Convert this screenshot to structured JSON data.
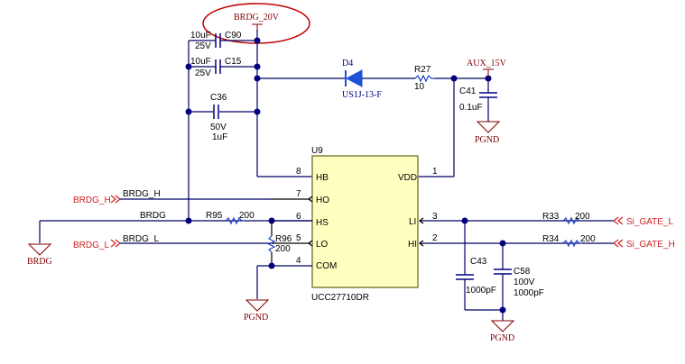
{
  "schematic": {
    "highlight_net": "BRDG_20V",
    "accent_colors": {
      "wire": "#000066",
      "junction": "#000080",
      "net_port": "#d02020",
      "power_label": "#800000",
      "ic_fill": "#ffffc0",
      "highlight": "#c00000"
    },
    "power_nets": {
      "brdg_20v": "BRDG_20V",
      "aux_15v": "AUX_15V",
      "pgnd_1": "PGND",
      "pgnd_2": "PGND",
      "pgnd_3": "PGND",
      "brdg_gnd": "BRDG"
    },
    "components": {
      "c90": {
        "ref": "C90",
        "value": "10uF",
        "voltage": "25V"
      },
      "c15": {
        "ref": "C15",
        "value": "10uF",
        "voltage": "25V"
      },
      "c36": {
        "ref": "C36",
        "voltage": "50V",
        "value": "1uF"
      },
      "d4": {
        "ref": "D4",
        "part": "US1J-13-F"
      },
      "r27": {
        "ref": "R27",
        "value": "10"
      },
      "c41": {
        "ref": "C41",
        "value": "0.1uF"
      },
      "r95": {
        "ref": "R95",
        "value": "200"
      },
      "r96": {
        "ref": "R96",
        "value": "200"
      },
      "r33": {
        "ref": "R33",
        "value": "200"
      },
      "r34": {
        "ref": "R34",
        "value": "200"
      },
      "c43": {
        "ref": "C43",
        "value": "1000pF"
      },
      "c58": {
        "ref": "C58",
        "voltage": "100V",
        "value": "1000pF"
      }
    },
    "ic": {
      "ref": "U9",
      "part": "UCC27710DR",
      "left_pins": [
        {
          "num": "8",
          "name": "HB"
        },
        {
          "num": "7",
          "name": "HO"
        },
        {
          "num": "6",
          "name": "HS"
        },
        {
          "num": "5",
          "name": "LO"
        },
        {
          "num": "4",
          "name": "COM"
        }
      ],
      "right_pins": [
        {
          "num": "1",
          "name": "VDD"
        },
        {
          "num": "3",
          "name": "LI"
        },
        {
          "num": "2",
          "name": "HI"
        }
      ]
    },
    "nets": {
      "brdg_h_port": "BRDG_H",
      "brdg_h_wire": "BRDG_H",
      "brdg_wire": "BRDG",
      "brdg_l_port": "BRDG_L",
      "brdg_l_wire": "BRDG_L",
      "si_gate_l": "Si_GATE_L",
      "si_gate_h": "Si_GATE_H"
    }
  }
}
